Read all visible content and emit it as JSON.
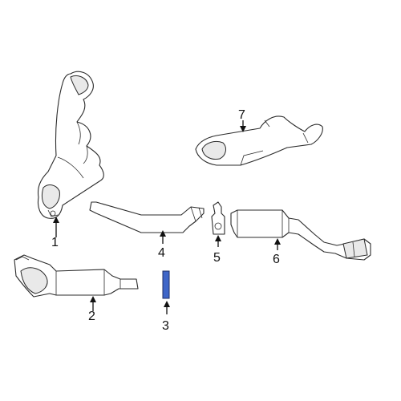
{
  "highlight_color": "#3f66c8",
  "outline_color": "#2b2b2b",
  "callouts": {
    "c1": "1",
    "c2": "2",
    "c3": "3",
    "c4": "4",
    "c5": "5",
    "c6": "6",
    "c7": "7"
  },
  "highlighted_part": "3"
}
